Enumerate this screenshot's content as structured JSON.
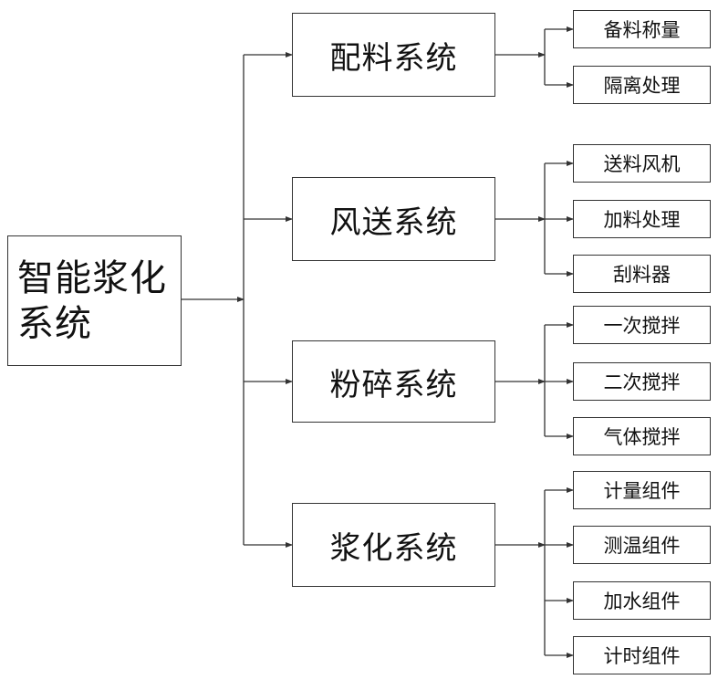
{
  "root": {
    "label": "智能浆化系统"
  },
  "systems": [
    {
      "label": "配料系统",
      "children": [
        "备料称量",
        "隔离处理"
      ]
    },
    {
      "label": "风送系统",
      "children": [
        "送料风机",
        "加料处理",
        "刮料器"
      ]
    },
    {
      "label": "粉碎系统",
      "children": [
        "一次搅拌",
        "二次搅拌",
        "气体搅拌"
      ]
    },
    {
      "label": "浆化系统",
      "children": [
        "计量组件",
        "测温组件",
        "加水组件",
        "计时组件"
      ]
    }
  ]
}
